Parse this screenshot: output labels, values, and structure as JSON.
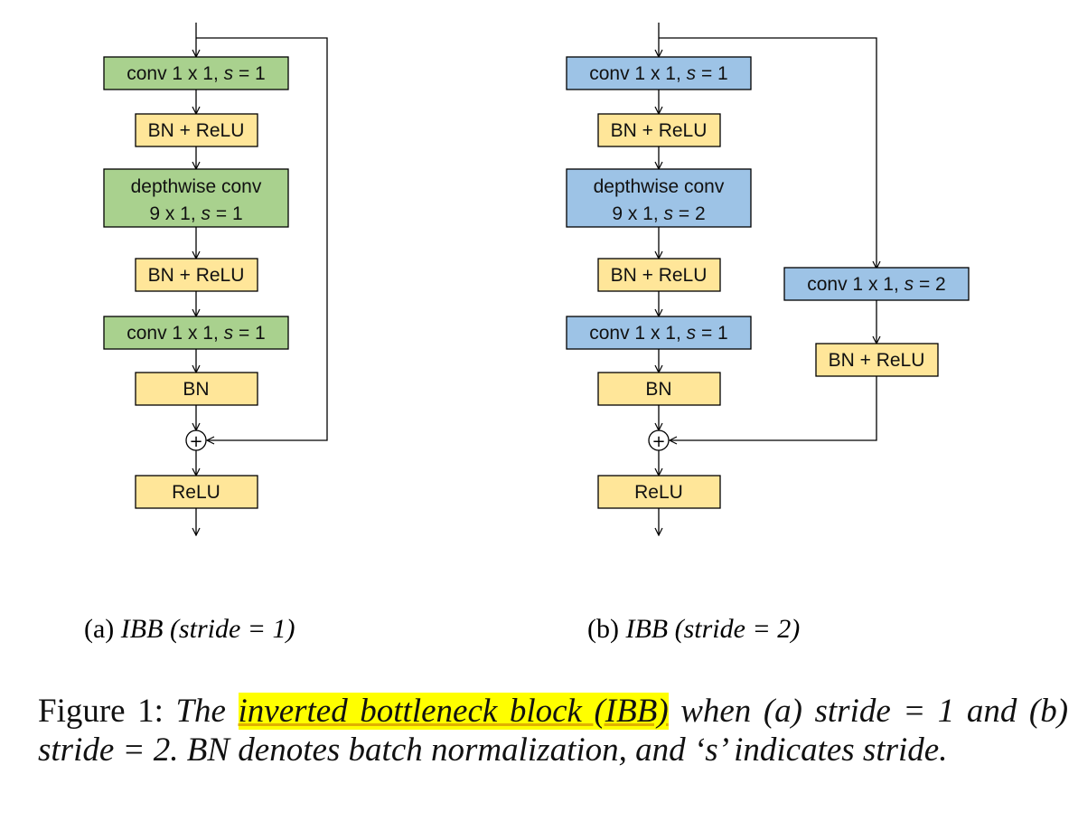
{
  "colors": {
    "green": "#a9d18e",
    "blue": "#9dc3e6",
    "yellow": "#ffe699",
    "highlight": "#ffff00"
  },
  "diagram_a": {
    "blocks": [
      {
        "line1": "conv 1 x 1, ",
        "italic": "s",
        "line1_end": " = 1"
      },
      {
        "line1": "BN + ReLU"
      },
      {
        "line1": "depthwise conv",
        "line2": "9 x 1,  ",
        "italic": "s",
        "line2_end": " = 1"
      },
      {
        "line1": "BN + ReLU"
      },
      {
        "line1": "conv 1 x 1, ",
        "italic": "s",
        "line1_end": " = 1"
      },
      {
        "line1": "BN"
      },
      {
        "line1": "ReLU"
      }
    ],
    "sum_symbol": "+",
    "label_prefix": "(a) ",
    "label_italic": "IBB (stride = 1)"
  },
  "diagram_b": {
    "blocks": [
      {
        "line1": "conv 1 x 1, ",
        "italic": "s",
        "line1_end": " = 1"
      },
      {
        "line1": "BN + ReLU"
      },
      {
        "line1": "depthwise conv",
        "line2": "9 x 1,  ",
        "italic": "s",
        "line2_end": " = 2"
      },
      {
        "line1": "BN + ReLU"
      },
      {
        "line1": "conv 1 x 1, ",
        "italic": "s",
        "line1_end": " = 1"
      },
      {
        "line1": "BN"
      },
      {
        "line1": "ReLU"
      }
    ],
    "shortcut_blocks": [
      {
        "line1": "conv 1 x 1, ",
        "italic": "s",
        "line1_end": " = 2"
      },
      {
        "line1": "BN + ReLU"
      }
    ],
    "sum_symbol": "+",
    "label_prefix": "(b) ",
    "label_italic": "IBB (stride = 2)"
  },
  "caption": {
    "prefix": "Figure 1: ",
    "italic_1": "The ",
    "highlighted": "inverted bottleneck block (IBB)",
    "italic_2": " when (a) stride = 1 and (b) stride = 2.  BN denotes batch normalization, and ‘s’ indicates stride."
  }
}
